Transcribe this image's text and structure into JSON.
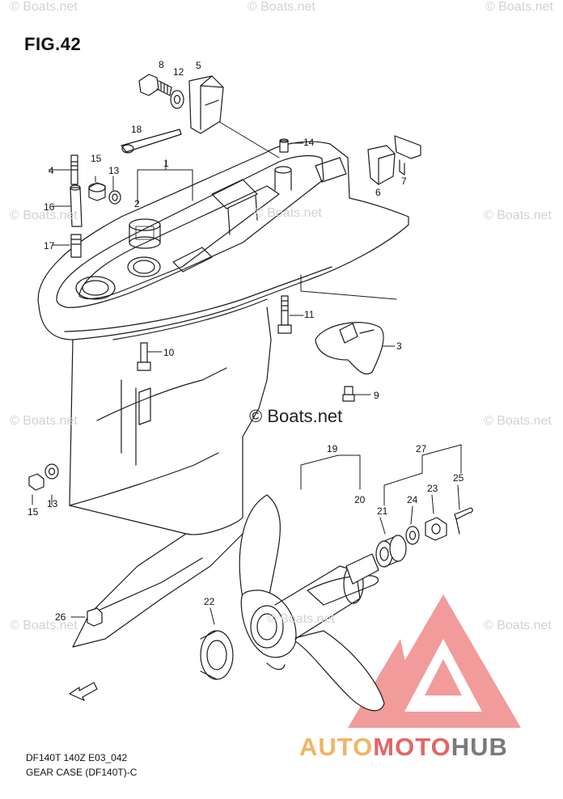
{
  "figure": {
    "title": "FIG.42",
    "code": "DF140T 140Z E03_042",
    "caption": "GEAR CASE (DF140T)-C"
  },
  "callouts": {
    "p1": "1",
    "p2": "2",
    "p3": "3",
    "p4": "4",
    "p5": "5",
    "p6": "6",
    "p7": "7",
    "p8": "8",
    "p9": "9",
    "p10": "10",
    "p11": "11",
    "p12": "12",
    "p13a": "13",
    "p13b": "13",
    "p14": "14",
    "p15a": "15",
    "p15b": "15",
    "p16": "16",
    "p17": "17",
    "p18": "18",
    "p19": "19",
    "p20": "20",
    "p21": "21",
    "p22": "22",
    "p23": "23",
    "p24": "24",
    "p25": "25",
    "p26": "26",
    "p27": "27"
  },
  "watermark": {
    "site": "© Boats.net",
    "center": "© Boats.net"
  },
  "brand": {
    "part1": "AUTO",
    "part2": "MOTO",
    "part3": "HUB"
  },
  "colors": {
    "line": "#1a1a1a",
    "watermark": "#d2d2d2",
    "logo_red": "#e56466",
    "logo_orange": "#f2b366",
    "logo_gray": "#7a7a7a"
  }
}
